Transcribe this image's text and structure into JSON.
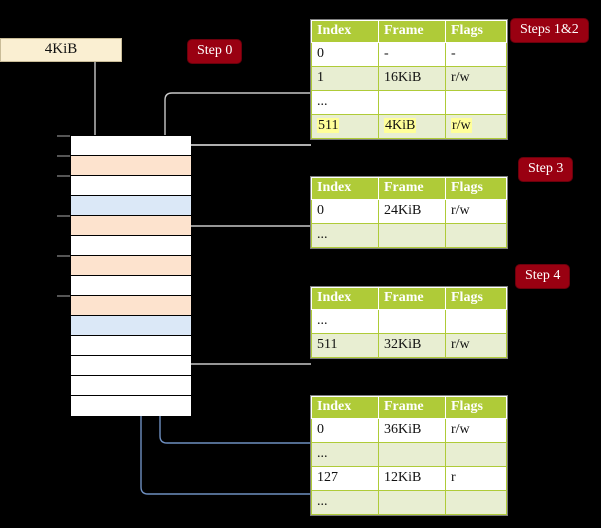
{
  "diagram": {
    "title_badges": [
      {
        "id": "steps-1-2",
        "label": "Steps 1&2"
      },
      {
        "id": "step-3",
        "label": "Step 3"
      },
      {
        "id": "step-4",
        "label": "Step 4"
      },
      {
        "id": "step-0",
        "label": "Step 0"
      }
    ],
    "page_box": {
      "label": "4KiB"
    },
    "colors": {
      "badge_bg": "#990011",
      "badge_fg": "#ffffff",
      "table_header_bg": "#afcb38",
      "table_alt_row_bg": "#e8eed2",
      "highlight_bg": "#ffff99",
      "page_box_bg": "#faefd2",
      "mem_orange": "#fde3ce",
      "mem_blue": "#dbe8f7",
      "wire_grey": "#c8c8c8",
      "wire_blue": "#6e8fc0"
    },
    "memory_column": {
      "rows": [
        {
          "fill": "white"
        },
        {
          "fill": "orange"
        },
        {
          "fill": "white"
        },
        {
          "fill": "blue"
        },
        {
          "fill": "orange"
        },
        {
          "fill": "white"
        },
        {
          "fill": "orange"
        },
        {
          "fill": "white"
        },
        {
          "fill": "orange"
        },
        {
          "fill": "blue"
        },
        {
          "fill": "white"
        },
        {
          "fill": "white"
        },
        {
          "fill": "white"
        },
        {
          "fill": "white"
        }
      ]
    },
    "tables": [
      {
        "id": "table-level-1",
        "columns": [
          "Index",
          "Frame",
          "Flags"
        ],
        "rows": [
          {
            "alt": false,
            "cells": [
              "0",
              "-",
              "-"
            ],
            "highlight": [
              false,
              false,
              false
            ]
          },
          {
            "alt": true,
            "cells": [
              "1",
              "16KiB",
              "r/w"
            ],
            "highlight": [
              false,
              false,
              false
            ]
          },
          {
            "alt": false,
            "cells": [
              "...",
              "",
              ""
            ],
            "highlight": [
              false,
              false,
              false
            ]
          },
          {
            "alt": true,
            "cells": [
              "511",
              "4KiB",
              "r/w"
            ],
            "highlight": [
              true,
              true,
              true
            ]
          }
        ]
      },
      {
        "id": "table-level-2",
        "columns": [
          "Index",
          "Frame",
          "Flags"
        ],
        "rows": [
          {
            "alt": false,
            "cells": [
              "0",
              "24KiB",
              "r/w"
            ],
            "highlight": [
              false,
              false,
              false
            ]
          },
          {
            "alt": true,
            "cells": [
              "...",
              "",
              ""
            ],
            "highlight": [
              false,
              false,
              false
            ]
          }
        ]
      },
      {
        "id": "table-level-3",
        "columns": [
          "Index",
          "Frame",
          "Flags"
        ],
        "rows": [
          {
            "alt": false,
            "cells": [
              "...",
              "",
              ""
            ],
            "highlight": [
              false,
              false,
              false
            ]
          },
          {
            "alt": true,
            "cells": [
              "511",
              "32KiB",
              "r/w"
            ],
            "highlight": [
              false,
              false,
              false
            ]
          }
        ]
      },
      {
        "id": "table-level-4",
        "columns": [
          "Index",
          "Frame",
          "Flags"
        ],
        "rows": [
          {
            "alt": false,
            "cells": [
              "0",
              "36KiB",
              "r/w"
            ],
            "highlight": [
              false,
              false,
              false
            ]
          },
          {
            "alt": true,
            "cells": [
              "...",
              "",
              ""
            ],
            "highlight": [
              false,
              false,
              false
            ]
          },
          {
            "alt": false,
            "cells": [
              "127",
              "12KiB",
              "r"
            ],
            "highlight": [
              false,
              false,
              false
            ]
          },
          {
            "alt": true,
            "cells": [
              "...",
              "",
              ""
            ],
            "highlight": [
              false,
              false,
              false
            ]
          }
        ]
      }
    ]
  }
}
